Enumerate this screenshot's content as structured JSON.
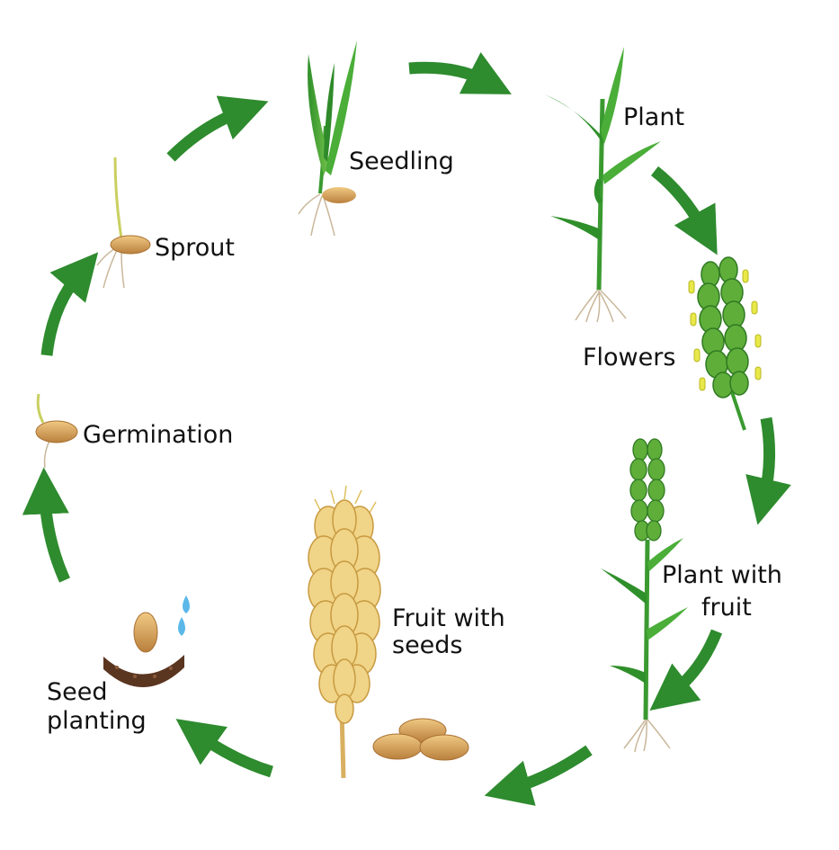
{
  "colors": {
    "arrow": "#2e8b2e",
    "leaf": "#3fa535",
    "seed": "#d9a55a",
    "grain": "#e8c877",
    "soil": "#5a3520",
    "water": "#5bb8e8",
    "pollen": "#e8e84a"
  },
  "stages": {
    "seedling": {
      "label": "Seedling"
    },
    "plant": {
      "label": "Plant"
    },
    "flowers": {
      "label": "Flowers"
    },
    "plant_with_fruit": {
      "line1": "Plant with",
      "line2": "fruit"
    },
    "fruit_with_seeds": {
      "line1": "Fruit with",
      "line2": "seeds"
    },
    "seed_planting": {
      "line1": "Seed",
      "line2": "planting"
    },
    "germination": {
      "label": "Germination"
    },
    "sprout": {
      "label": "Sprout"
    }
  }
}
